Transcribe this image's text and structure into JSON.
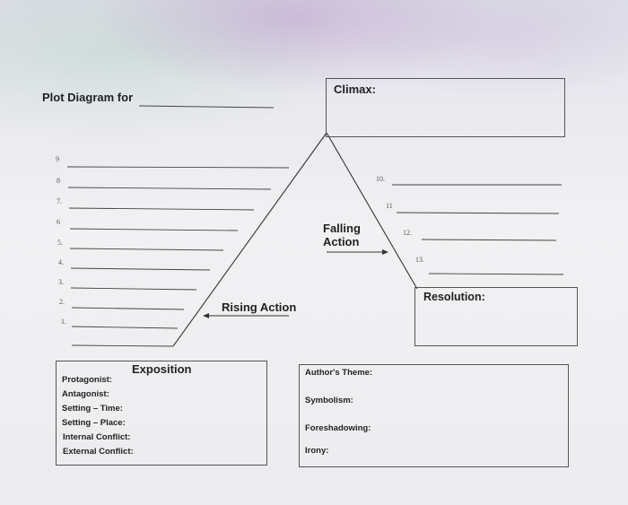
{
  "title": "Plot Diagram for",
  "climax": "Climax:",
  "falling_action": [
    "Falling",
    "Action"
  ],
  "rising_action": "Rising Action",
  "resolution": "Resolution:",
  "exposition": {
    "heading": "Exposition",
    "fields": [
      "Protagonist:",
      "Antagonist:",
      "Setting – Time:",
      "Setting – Place:",
      "Internal Conflict:",
      "External Conflict:"
    ]
  },
  "author_box": {
    "fields": [
      "Author's Theme:",
      "Symbolism:",
      "Foreshadowing:",
      "Irony:"
    ]
  },
  "left_numbers": [
    "9",
    "8",
    "7.",
    "6",
    "5.",
    "4.",
    "3.",
    "2.",
    "1."
  ],
  "right_numbers": [
    "10.",
    "11",
    "12.",
    "13."
  ]
}
